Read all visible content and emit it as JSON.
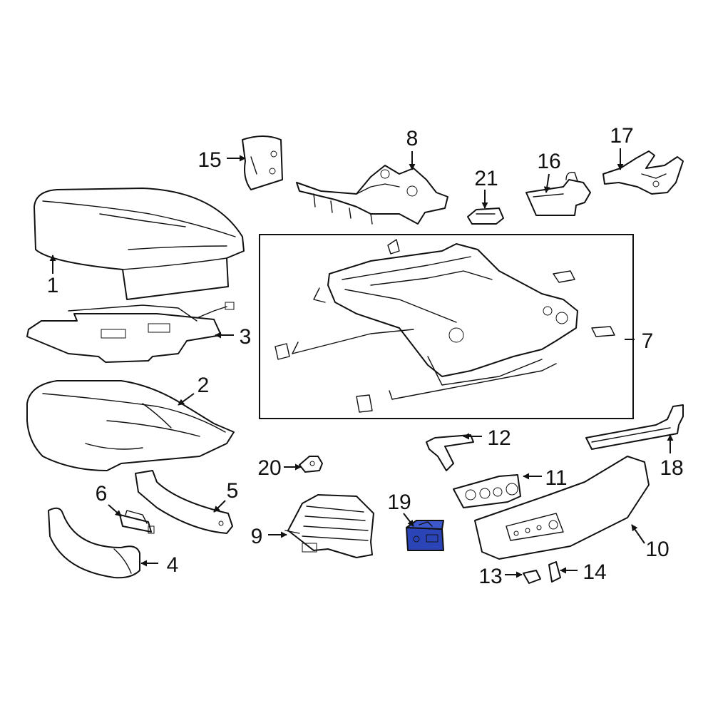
{
  "diagram": {
    "highlight_color": "#2b45b8",
    "callouts": [
      {
        "id": "1",
        "label": "1"
      },
      {
        "id": "2",
        "label": "2"
      },
      {
        "id": "3",
        "label": "3"
      },
      {
        "id": "4",
        "label": "4"
      },
      {
        "id": "5",
        "label": "5"
      },
      {
        "id": "6",
        "label": "6"
      },
      {
        "id": "7",
        "label": "7"
      },
      {
        "id": "8",
        "label": "8"
      },
      {
        "id": "9",
        "label": "9"
      },
      {
        "id": "10",
        "label": "10"
      },
      {
        "id": "11",
        "label": "11"
      },
      {
        "id": "12",
        "label": "12"
      },
      {
        "id": "13",
        "label": "13"
      },
      {
        "id": "14",
        "label": "14"
      },
      {
        "id": "15",
        "label": "15"
      },
      {
        "id": "16",
        "label": "16"
      },
      {
        "id": "17",
        "label": "17"
      },
      {
        "id": "18",
        "label": "18"
      },
      {
        "id": "19",
        "label": "19"
      },
      {
        "id": "20",
        "label": "20"
      },
      {
        "id": "21",
        "label": "21"
      }
    ],
    "highlighted_part": "19"
  }
}
